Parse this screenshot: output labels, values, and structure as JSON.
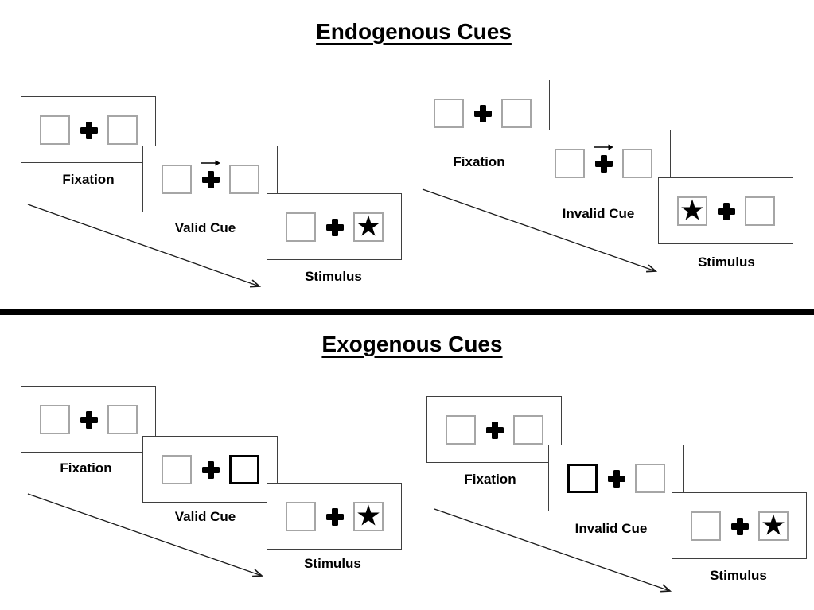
{
  "diagram": {
    "endogenous": {
      "title": "Endogenous Cues",
      "valid": {
        "fixation_label": "Fixation",
        "cue_label": "Valid Cue",
        "stimulus_label": "Stimulus",
        "cue_type": "central right-pointing arrow above fixation cross",
        "target_side": "right"
      },
      "invalid": {
        "fixation_label": "Fixation",
        "cue_label": "Invalid Cue",
        "stimulus_label": "Stimulus",
        "cue_type": "central right-pointing arrow above fixation cross",
        "target_side": "left"
      }
    },
    "exogenous": {
      "title": "Exogenous Cues",
      "valid": {
        "fixation_label": "Fixation",
        "cue_label": "Valid Cue",
        "stimulus_label": "Stimulus",
        "cue_type": "thick black outline on right box",
        "target_side": "right"
      },
      "invalid": {
        "fixation_label": "Fixation",
        "cue_label": "Invalid Cue",
        "stimulus_label": "Stimulus",
        "cue_type": "thick black outline on left box",
        "target_side": "right"
      }
    }
  },
  "glyphs": {
    "star": "★"
  },
  "colors": {
    "background": "#ffffff",
    "ink": "#000000",
    "placeholder_box_border": "#a6a6a6",
    "panel_border": "#3f3f3f"
  }
}
